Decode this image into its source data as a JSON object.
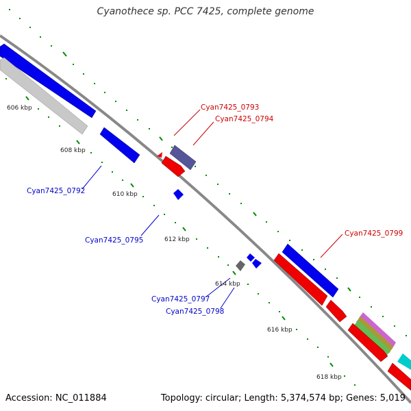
{
  "title": "Cyanothece sp. PCC 7425, complete genome",
  "footer": {
    "accession": "Accession: NC_011884",
    "summary": "Topology: circular; Length: 5,374,574 bp; Genes: 5,019"
  },
  "colors": {
    "forward_gene": "#0000ee",
    "reverse_gene": "#ee0000",
    "pseudo_gene": "#c0c0c0",
    "highlight_gene": "#555599",
    "backbone": "#888888",
    "tick": "#008800",
    "label_blue": "#0000cc",
    "label_red": "#cc0000"
  },
  "kbp_labels": [
    "606 kbp",
    "608 kbp",
    "610 kbp",
    "612 kbp",
    "614 kbp",
    "616 kbp",
    "618 kbp"
  ],
  "gene_labels": [
    {
      "id": "Cyan7425_0793",
      "color": "red"
    },
    {
      "id": "Cyan7425_0794",
      "color": "red"
    },
    {
      "id": "Cyan7425_0792",
      "color": "blue"
    },
    {
      "id": "Cyan7425_0795",
      "color": "blue"
    },
    {
      "id": "Cyan7425_0799",
      "color": "red"
    },
    {
      "id": "Cyan7425_0797",
      "color": "blue"
    },
    {
      "id": "Cyan7425_0798",
      "color": "blue"
    }
  ]
}
